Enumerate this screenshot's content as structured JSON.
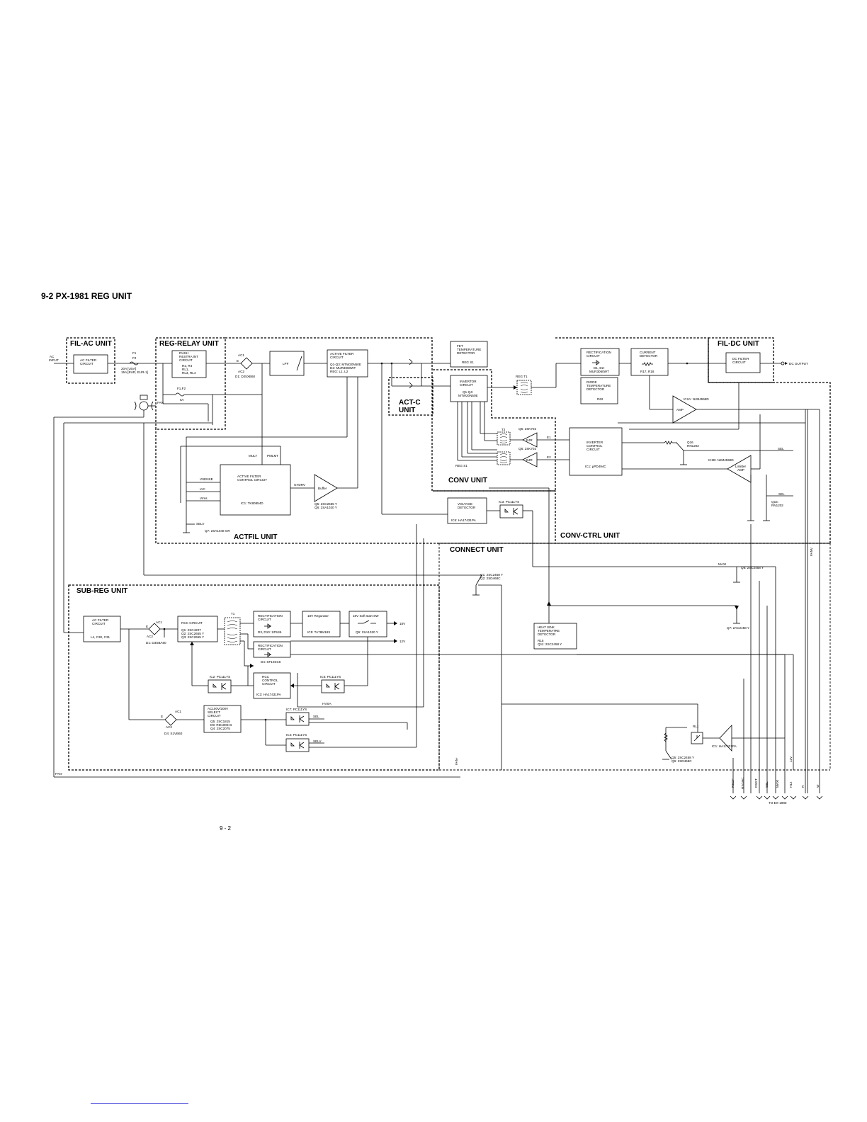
{
  "page": {
    "title": "9-2  PX-1981 REG UNIT",
    "page_number": "9 - 2"
  },
  "units": {
    "fil_ac": "FIL-AC UNIT",
    "reg_relay": "REG-RELAY UNIT",
    "act_c_line1": "ACT-C",
    "act_c_line2": "UNIT",
    "conv": "CONV UNIT",
    "fil_dc": "FIL-DC UNIT",
    "actfil": "ACTFIL UNIT",
    "conv_ctrl": "CONV-CTRL UNIT",
    "connect": "CONNECT UNIT",
    "sub_reg": "SUB-REG UNIT"
  },
  "blocks": {
    "ac_input": [
      "AC",
      "INPUT"
    ],
    "ac_filter_circuit": [
      "AC FILTER",
      "CIRCUIT"
    ],
    "rush_restraint": [
      "RUSH",
      "RESTRA INT",
      "CIRCUIT",
      "R2, R4",
      "RL1,",
      "RL3, RL4"
    ],
    "lpf": "LPF",
    "active_filter": [
      "ACTIVE FILTER",
      "CIRCUIT",
      "Q1-Q3: MTW20N50E",
      "D2: MUR3060WT",
      "REG: L1, L2"
    ],
    "fet_temp": [
      "FET",
      "TEMPERATURE",
      "DETECTOR",
      "REG S1"
    ],
    "invertor": [
      "INVERTOR",
      "CIRCUIT",
      "Q1-Q4:",
      "MTW20N50E"
    ],
    "rectification_main": [
      "RECTIFICATION",
      "CIRCUIT",
      "D1, D2:",
      "MUR3060WT"
    ],
    "current_detector": [
      "CURRENT",
      "DETECTOR",
      "R17, R18"
    ],
    "dc_filter": [
      "DC FILTER",
      "CIRCUIT"
    ],
    "dc_output": "DC OUTPUT",
    "diode_temp": [
      "DIODE",
      "TEMPERATURE",
      "DETECTOR",
      "R62"
    ],
    "inverter_control": [
      "INVERTER",
      "CONTROL",
      "CIRCUIT",
      "IC1: µPD494C"
    ],
    "active_filter_control": [
      "ACTIVE FILTER",
      "CONTROL CIRCUIT",
      "IC1: TK80854D"
    ],
    "buffer": "Buffer",
    "voltage_detector": [
      "VOLTAGE",
      "DETECTOR",
      "IC6: HA17431PA"
    ],
    "heat_sink": [
      "HEAT SINK",
      "TEMPERATRE",
      "DETECTOR",
      "R15",
      "Q11: 2SC2458 Y"
    ],
    "sub_ac_filter": [
      "AC FILTER",
      "CIRCUIT",
      "L4, C30, C31"
    ],
    "rcc_circuit": [
      "RCC CIRCUIT",
      "Q1: 2SC4207",
      "Q2: 2SC2655 Y",
      "Q3: 2SC2655 Y"
    ],
    "rect_d3": [
      "RECTIFICATION",
      "CIRCUIT",
      "D3, D10: SF5S6"
    ],
    "reg18": [
      "18V Regurator",
      "IC5: TA78M18S"
    ],
    "soft_start": [
      "18V Soft start SW",
      "Q6: 2SA1020 Y"
    ],
    "rect_d4": [
      "RECTIFICATION",
      "CIRCUIT",
      "D4: SF10SC6"
    ],
    "rcc_control": [
      "RCC",
      "CONTROL",
      "CIRCUIT",
      "IC3: HA17431PA"
    ],
    "ac100_select": [
      "AC100V/200V",
      "SELECT",
      "CIRCUIT",
      "Q5: 2SC1815",
      "D9: RD100E B",
      "Q4: 2SC2075"
    ],
    "amp": "AMP",
    "limiter_amp": [
      "Limitter",
      "AMP"
    ],
    "bjr": "BJR"
  },
  "labels": {
    "f1f2": [
      "F1",
      "F2"
    ],
    "fuse_rating": [
      "20A [USA]",
      "15A [EUR, EUR-1]"
    ],
    "f1f2_6a": [
      "F1,F2",
      "6A"
    ],
    "fan": "FAN",
    "fan_minus": "FAN-",
    "ac1": "AC1",
    "ac2": "AC2",
    "e": "E",
    "d1_d25xb60": "D1: D25XB60",
    "reg_t1": "REG T1",
    "q5_2sk702": "Q5: 2SK702",
    "q6_2sk702": "Q6: 2SK702",
    "t2": "T2",
    "e1": "E1",
    "e2": "E2",
    "reg_s1": "REG S1",
    "ic2a": "IC2A: NJM4558D",
    "ic2b": "IC2B: NJM4558D",
    "q16": [
      "Q16",
      "RN1202"
    ],
    "q15": [
      "Q15:",
      "RN1202"
    ],
    "sel": "SEL",
    "mult": "MULT",
    "pmlmt": "PMLMT",
    "vsense": "VSENSE",
    "iac": "IAC",
    "vrms": "Vrms",
    "gtdrv": "GTDRV",
    "q5q6_buffer": [
      "Q5: 2SC2655 Y",
      "Q6: 2SA1020 Y"
    ],
    "selv": "SELV",
    "q7_2sa1048": "Q7: 2SA1048 GR",
    "ic3_pc111ys": "IC3: PC111YS",
    "maxi": "MAXI",
    "q8_2sc2458": "Q8: 2SC2458 Y",
    "q1q2": [
      "Q1: 2SC2458 Y",
      "Q2: 2SD468C"
    ],
    "q7_2ac2458": "Q7: 2AC2458 Y",
    "fanv": "FANV",
    "t1": "T1",
    "d1_d3sba60": "D1: D3SBA60",
    "v18": "18V",
    "v12": "12V",
    "ic2_pc111ys": "IC2: PC111YS",
    "ic5_pc111ys": "IC5: PC111YS",
    "hvsa": "HVSA",
    "ic7_pc111ys": "IC7: PC111YS",
    "ic4_pc111ys": "IC4: PC111YS",
    "d4_s1vb60": "D4: S1VB60",
    "rl1": "RL1",
    "ic1_ha17431pa": "IC1: HA17431PA",
    "q5q6_connect": [
      "Q5: 2SC2458 Y",
      "Q6: 2SD468C"
    ],
    "v12_vertical": "12V",
    "to_ex1980": "TO EX-1980",
    "bottom_signals": [
      "RSGF",
      "RSGHC",
      "RSGT",
      "SEL",
      "MAXI",
      "H12",
      "R",
      "W"
    ]
  }
}
